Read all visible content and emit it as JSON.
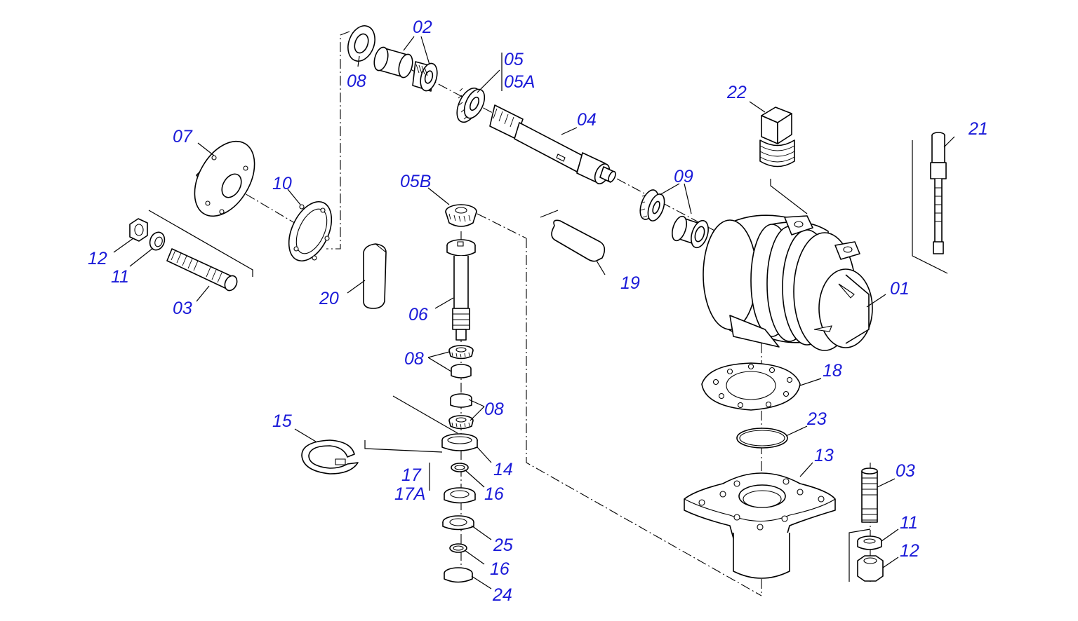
{
  "diagram": {
    "label_color": "#1a1ad8",
    "line_color": "#000000",
    "background": "#ffffff",
    "callouts": {
      "c01": "01",
      "c02": "02",
      "c03a": "03",
      "c03b": "03",
      "c04": "04",
      "c05": "05",
      "c05a": "05A",
      "c05b": "05B",
      "c06": "06",
      "c07": "07",
      "c08a": "08",
      "c08b": "08",
      "c08c": "08",
      "c09": "09",
      "c10": "10",
      "c11a": "11",
      "c11b": "11",
      "c12a": "12",
      "c12b": "12",
      "c13": "13",
      "c14": "14",
      "c15": "15",
      "c16a": "16",
      "c16b": "16",
      "c17": "17",
      "c17a": "17A",
      "c18": "18",
      "c19": "19",
      "c20": "20",
      "c21": "21",
      "c22": "22",
      "c23": "23",
      "c24": "24",
      "c25": "25"
    }
  }
}
